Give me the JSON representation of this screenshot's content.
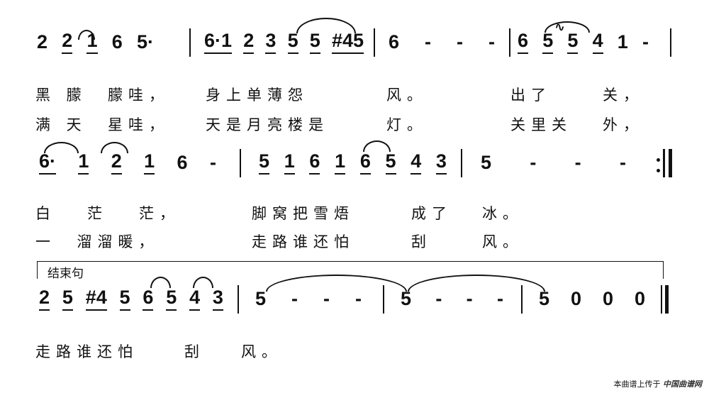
{
  "rows": [
    {
      "measures": [
        {
          "tokens": [
            "2",
            "2",
            "1",
            "6",
            "5·"
          ]
        },
        {
          "tokens": [
            "6·1",
            "2",
            "3",
            "5",
            "5",
            "#45"
          ]
        },
        {
          "tokens": [
            "6",
            "-",
            "-",
            "-"
          ]
        },
        {
          "tokens": [
            "6",
            "5",
            "5",
            "4",
            "1",
            "-"
          ]
        }
      ],
      "lyrics": [
        [
          "黑 朦  朦哇，",
          "身上单薄怨",
          "风。",
          "出了",
          "关，"
        ],
        [
          "满 天  星哇，",
          "天是月亮楼是",
          "灯。",
          "关里关",
          "外，"
        ]
      ]
    },
    {
      "measures": [
        {
          "tokens": [
            "6·",
            "1",
            "2",
            "1",
            "6",
            "-"
          ]
        },
        {
          "tokens": [
            "5",
            "1",
            "6",
            "1",
            "6",
            "5",
            "4",
            "3"
          ]
        },
        {
          "tokens": [
            "5",
            "-",
            "-",
            "-"
          ]
        }
      ],
      "lyrics": [
        [
          "白   茫   茫，",
          "脚窝把雪焐",
          "成了",
          "冰。"
        ],
        [
          "一  溜溜暖，",
          "走路谁还怕",
          "刮",
          "风。"
        ]
      ]
    },
    {
      "measures": [
        {
          "tokens": [
            "2",
            "5",
            "#4",
            "5",
            "6",
            "5",
            "4",
            "3"
          ]
        },
        {
          "tokens": [
            "5",
            "-",
            "-",
            "-"
          ]
        },
        {
          "tokens": [
            "5",
            "-",
            "-",
            "-"
          ]
        },
        {
          "tokens": [
            "5",
            "0",
            "0",
            "0"
          ]
        }
      ],
      "lyrics": [
        [
          "走路谁还怕",
          "刮",
          "风。"
        ]
      ]
    }
  ],
  "ending_label": "结束句",
  "footer": {
    "text": "本曲谱上传于",
    "site": "中国曲谱网"
  }
}
